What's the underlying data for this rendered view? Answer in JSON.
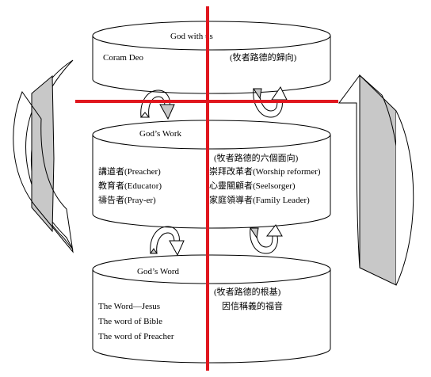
{
  "colors": {
    "axis": "#e0161e",
    "outline": "#000000",
    "arrow_fill": "#c8c8c8",
    "background": "#ffffff"
  },
  "cylinders": {
    "top": {
      "title": "God with us",
      "left_lines": [
        "Coram Deo"
      ],
      "right_lines": [
        "(牧者路德的歸向)"
      ]
    },
    "middle": {
      "title": "God’s Work",
      "right_header": "(牧者路德的六個面向)",
      "left_lines": [
        "講道者(Preacher)",
        "教育者(Educator)",
        "禱告者(Pray-er)"
      ],
      "right_lines": [
        "崇拜改革者(Worship reformer)",
        "心靈關顧者(Seelsorger)",
        "家庭領導者(Family Leader)"
      ]
    },
    "bottom": {
      "title": "God’s Word",
      "right_header": "(牧者路德的根基)",
      "right_lines": [
        "因信稱義的福音"
      ],
      "left_lines": [
        "The Word—Jesus",
        "The word of Bible",
        "The word of Preacher"
      ]
    }
  }
}
